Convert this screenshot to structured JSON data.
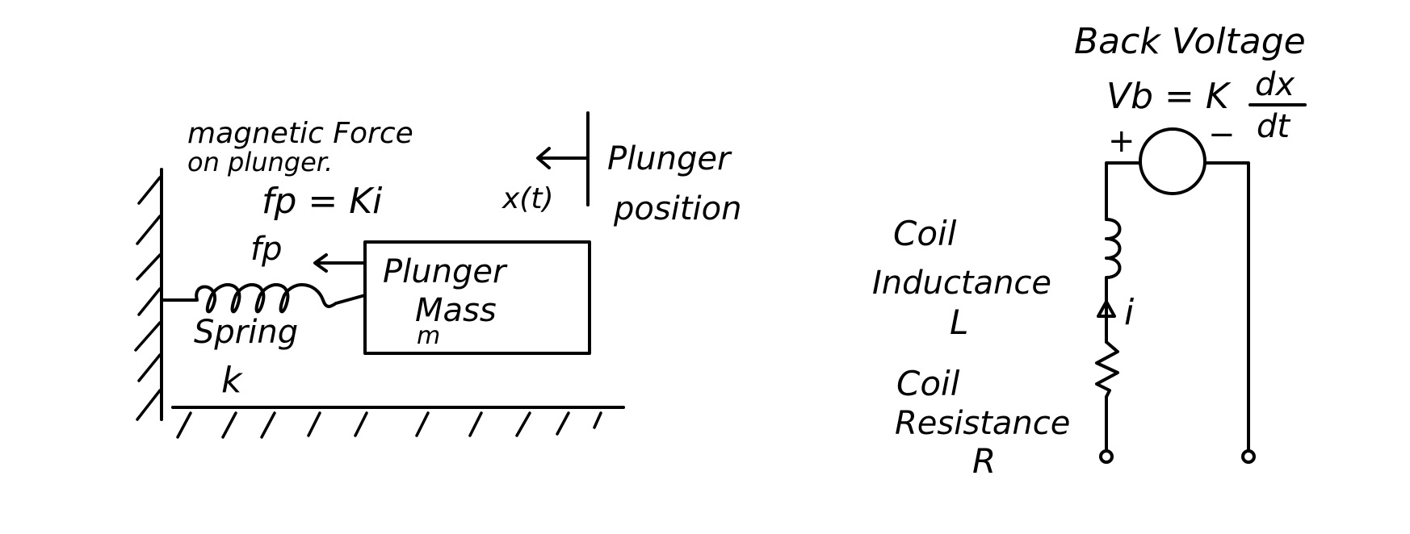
{
  "mechanical": {
    "magnetic_force_line1": "magnetic Force",
    "magnetic_force_line2": "on plunger.",
    "force_equation": "fp = Ki",
    "force_symbol": "fp",
    "position_symbol": "x(t)",
    "position_label_line1": "Plunger",
    "position_label_line2": "position",
    "plunger_line1": "Plunger",
    "plunger_line2": "Mass",
    "plunger_line3": "m",
    "spring_label": "Spring",
    "spring_constant": "k"
  },
  "circuit": {
    "back_voltage_title": "Back Voltage",
    "back_voltage_lhs": "Vb = K",
    "back_voltage_numerator": "dx",
    "back_voltage_denominator": "dt",
    "plus_sign": "+",
    "minus_sign": "−",
    "inductance_line1": "Coil",
    "inductance_line2": "Inductance",
    "inductance_symbol": "L",
    "current_symbol": "i",
    "resistance_line1": "Coil",
    "resistance_line2": "Resistance",
    "resistance_symbol": "R"
  }
}
